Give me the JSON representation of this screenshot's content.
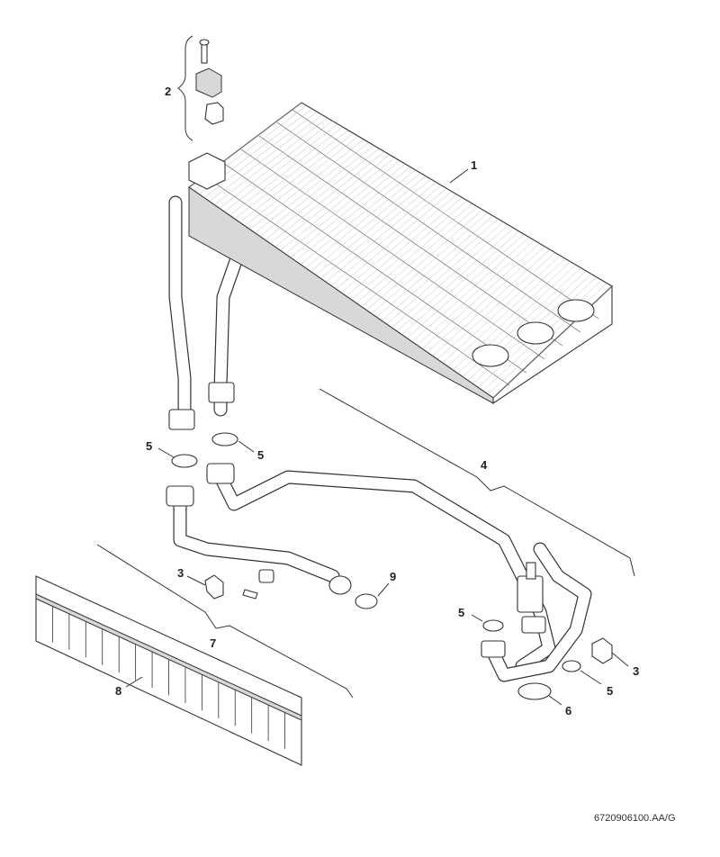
{
  "callouts": {
    "heat_exchanger": "1",
    "fixing_kit": "2",
    "clip_left": "3",
    "clip_right": "3",
    "return_pipe_assembly": "4",
    "seal_left_upper": "5",
    "seal_right_upper": "5",
    "seal_lower_left": "5",
    "seal_lower_right": "5",
    "seal_large": "6",
    "flow_pipe_assembly": "7",
    "cover_strip": "8",
    "seal_pipe_end": "9"
  },
  "reference_code": "6720906100.AA/G"
}
